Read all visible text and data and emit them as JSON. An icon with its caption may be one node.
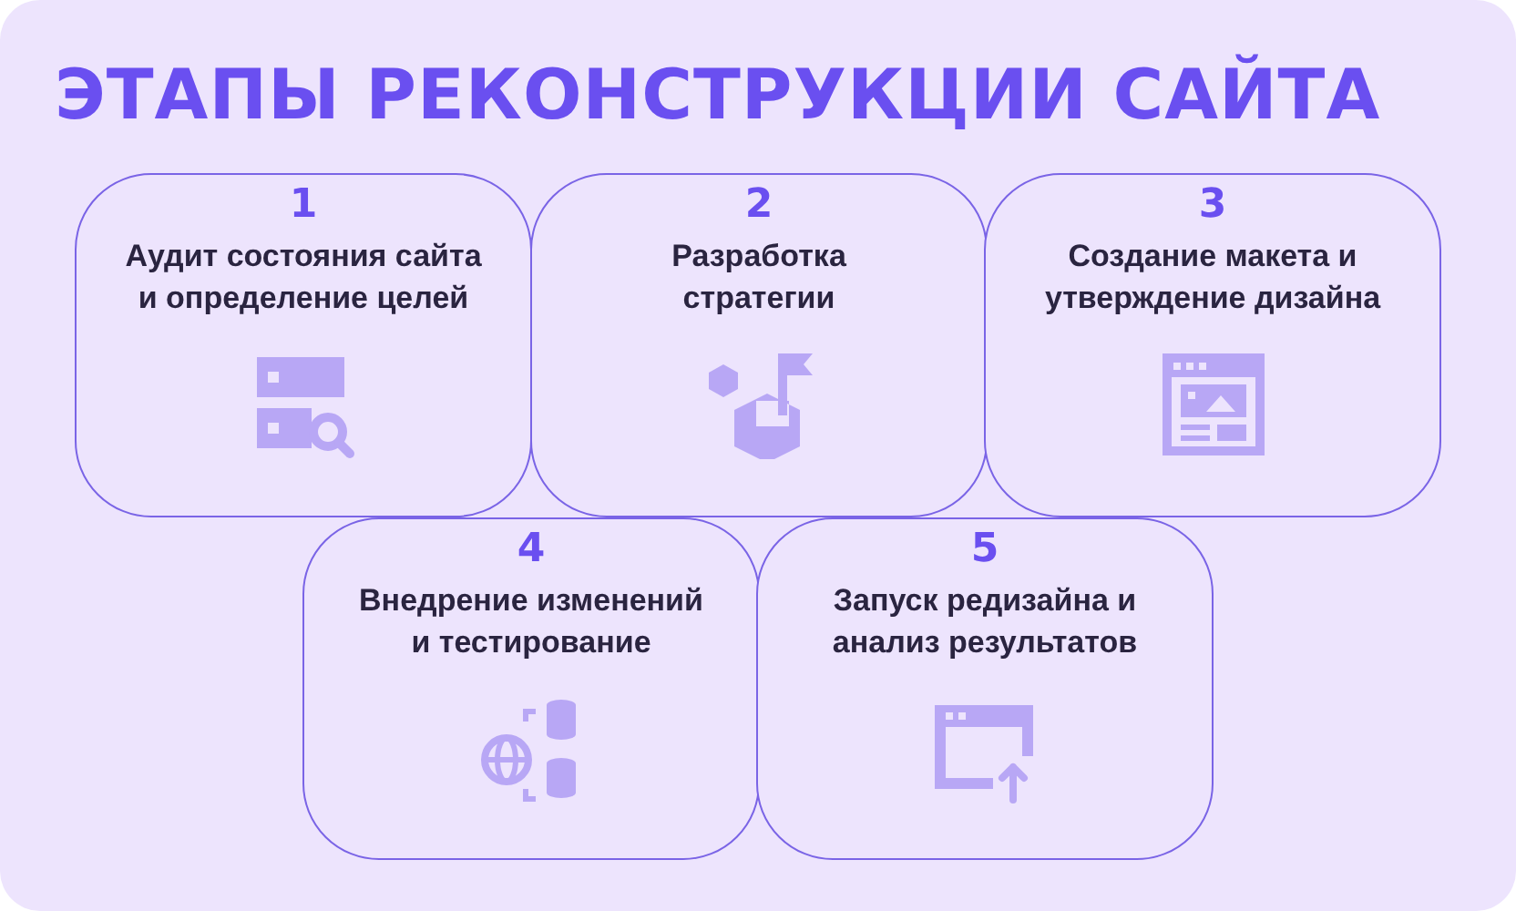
{
  "diagram": {
    "title": "ЭТАПЫ РЕКОНСТРУКЦИИ САЙТА",
    "nodes": [
      {
        "text": [
          "1",
          "Аудит состояния сайта и определение целей"
        ]
      },
      {
        "text": [
          "2",
          "Разработка стратегии"
        ]
      },
      {
        "text": [
          "3",
          "Создание макета и утверждение дизайна"
        ]
      },
      {
        "text": [
          "4",
          "Внедрение изменений и тестирование"
        ]
      },
      {
        "text": [
          "5",
          "Запуск редизайна и анализ результатов"
        ]
      }
    ]
  }
}
